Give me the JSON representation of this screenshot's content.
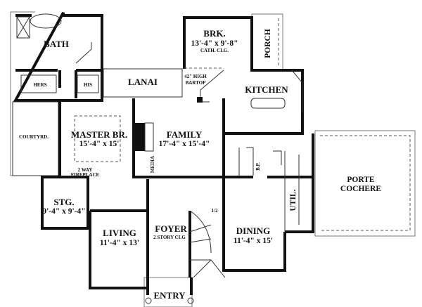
{
  "rooms": {
    "bath": "BATH",
    "hers": "HERS",
    "his": "HIS",
    "lanai": "LANAI",
    "brk": "BRK.",
    "brk_dims": "13'-4\" x 9'-8\"",
    "brk_note": "CATH. CLG.",
    "porch": "PORCH",
    "bartop_1": "42\" HIGH",
    "bartop_2": "BARTOP",
    "kitchen": "KITCHEN",
    "courtyard": "COURTYRD.",
    "master": "MASTER BR.",
    "master_dims": "15'-4\" x 15'",
    "family": "FAMILY",
    "family_dims": "17'-4\" x 15'-4\"",
    "media": "MEDIA",
    "fireplace_1": "2 WAY",
    "fireplace_2": "FIREPLACE",
    "bp": "B.P.",
    "util": "UTIL.",
    "porte_1": "PORTE",
    "porte_2": "COCHERE",
    "stg": "STG.",
    "stg_dims": "9'-4\" x 9'-4\"",
    "living": "LIVING",
    "living_dims": "11'-4\" x 13'",
    "foyer": "FOYER",
    "foyer_note": "2 STORY CLG",
    "half_bath": "1/2",
    "dining": "DINING",
    "dining_dims": "11'-4\" x 15'",
    "entry": "ENTRY"
  }
}
